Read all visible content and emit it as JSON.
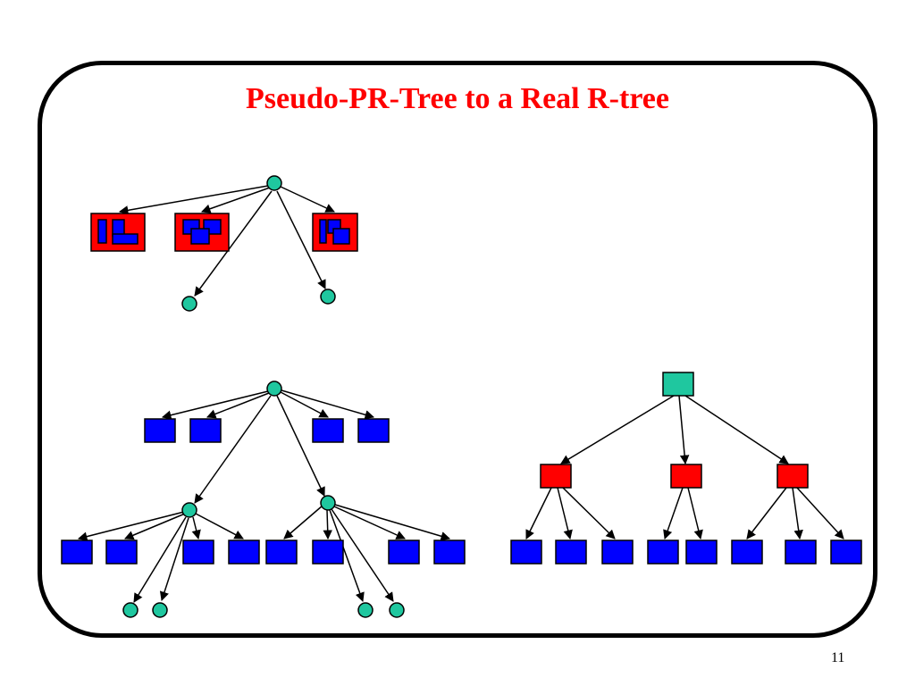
{
  "slide": {
    "title": "Pseudo-PR-Tree to a Real R-tree",
    "page_number": "11"
  },
  "colors": {
    "title": "#ff0000",
    "internal_node": "#1fc79f",
    "leaf_box": "#0000ff",
    "priority_leaf_frame": "#ff0000",
    "rtree_root": "#1fc79f",
    "rtree_internal": "#ff0000",
    "edge": "#000000"
  },
  "diagrams": {
    "pseudo_pr_tree_top": {
      "description_nodes": [
        "root-circle",
        "priority-leaf-1",
        "priority-leaf-2",
        "priority-leaf-3",
        "child-circle-left",
        "child-circle-right"
      ]
    },
    "pseudo_pr_tree_expanded": {
      "levels": 3
    },
    "real_r_tree": {
      "root_count": 1,
      "internal_count": 3,
      "leaf_count": 8
    }
  }
}
